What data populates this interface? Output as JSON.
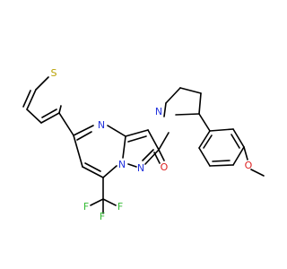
{
  "atoms": {
    "s1": {
      "label": "S",
      "color": "#b8a000"
    },
    "n4": {
      "label": "N",
      "color": "#2233dd"
    },
    "n_br": {
      "label": "N",
      "color": "#2233dd"
    },
    "n_ring": {
      "label": "N",
      "color": "#2233dd"
    },
    "n_pyr": {
      "label": "N",
      "color": "#2233dd"
    },
    "o_carbonyl": {
      "label": "O",
      "color": "#dd2222"
    },
    "o_ether": {
      "label": "O",
      "color": "#dd2222"
    },
    "f1": {
      "label": "F",
      "color": "#33bb33"
    },
    "f2": {
      "label": "F",
      "color": "#33bb33"
    },
    "f3": {
      "label": "F",
      "color": "#33bb33"
    }
  }
}
